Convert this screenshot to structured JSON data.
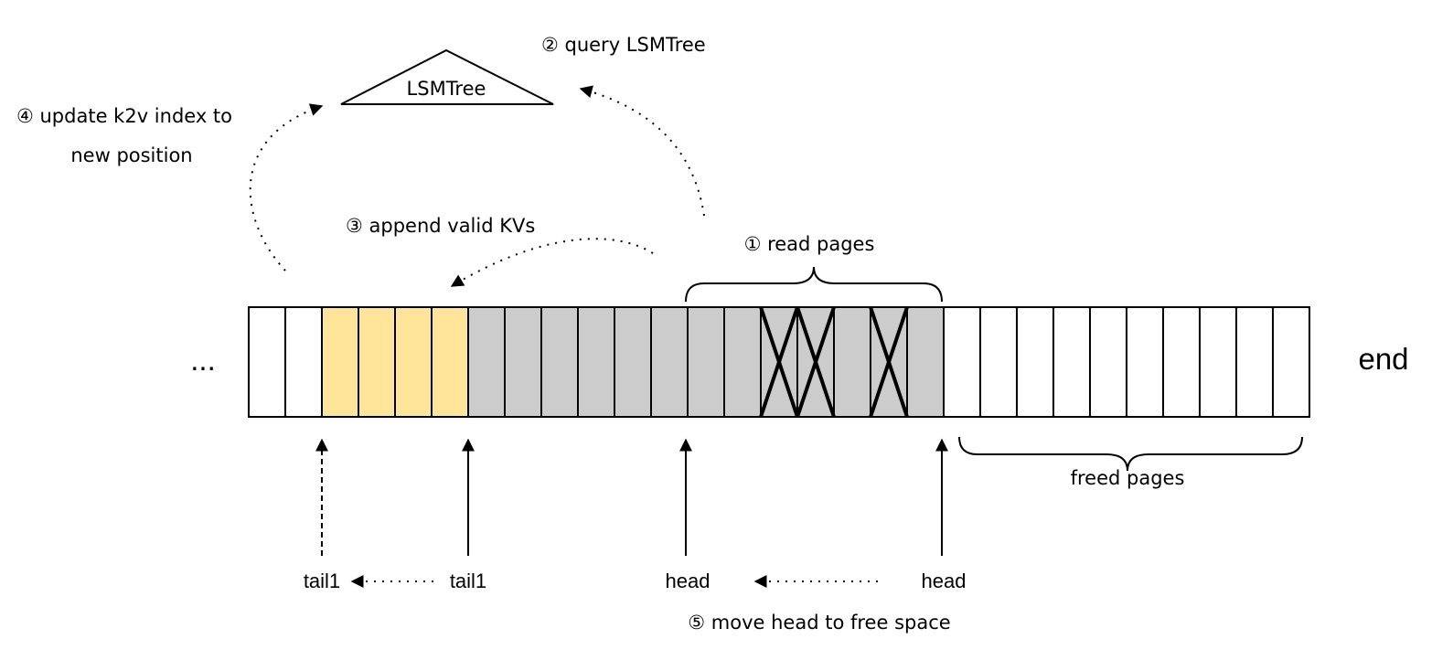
{
  "diagram": {
    "tree_label": "LSMTree",
    "step1": "① read pages",
    "step2": "② query LSMTree",
    "step3": "③ append valid KVs",
    "step4_line1": "④ update k2v index to",
    "step4_line2": "new position",
    "step5": "⑤ move head to free space",
    "freed_pages": "freed pages",
    "ellipsis": "...",
    "end_label": "end",
    "pointers": {
      "tail_old": "tail1",
      "tail_new": "tail1",
      "head_new": "head",
      "head_old": "head"
    },
    "pages": {
      "count": 29,
      "colors": {
        "free": "#ffffff",
        "valid": "#ffe599",
        "used": "#cccccc"
      },
      "states": [
        "free",
        "free",
        "valid",
        "valid",
        "valid",
        "valid",
        "used",
        "used",
        "used",
        "used",
        "used",
        "used",
        "used",
        "used",
        "used",
        "used",
        "used",
        "used",
        "used",
        "free",
        "free",
        "free",
        "free",
        "free",
        "free",
        "free",
        "free",
        "free",
        "free"
      ],
      "invalid_pages": [
        14,
        15,
        17
      ]
    }
  }
}
